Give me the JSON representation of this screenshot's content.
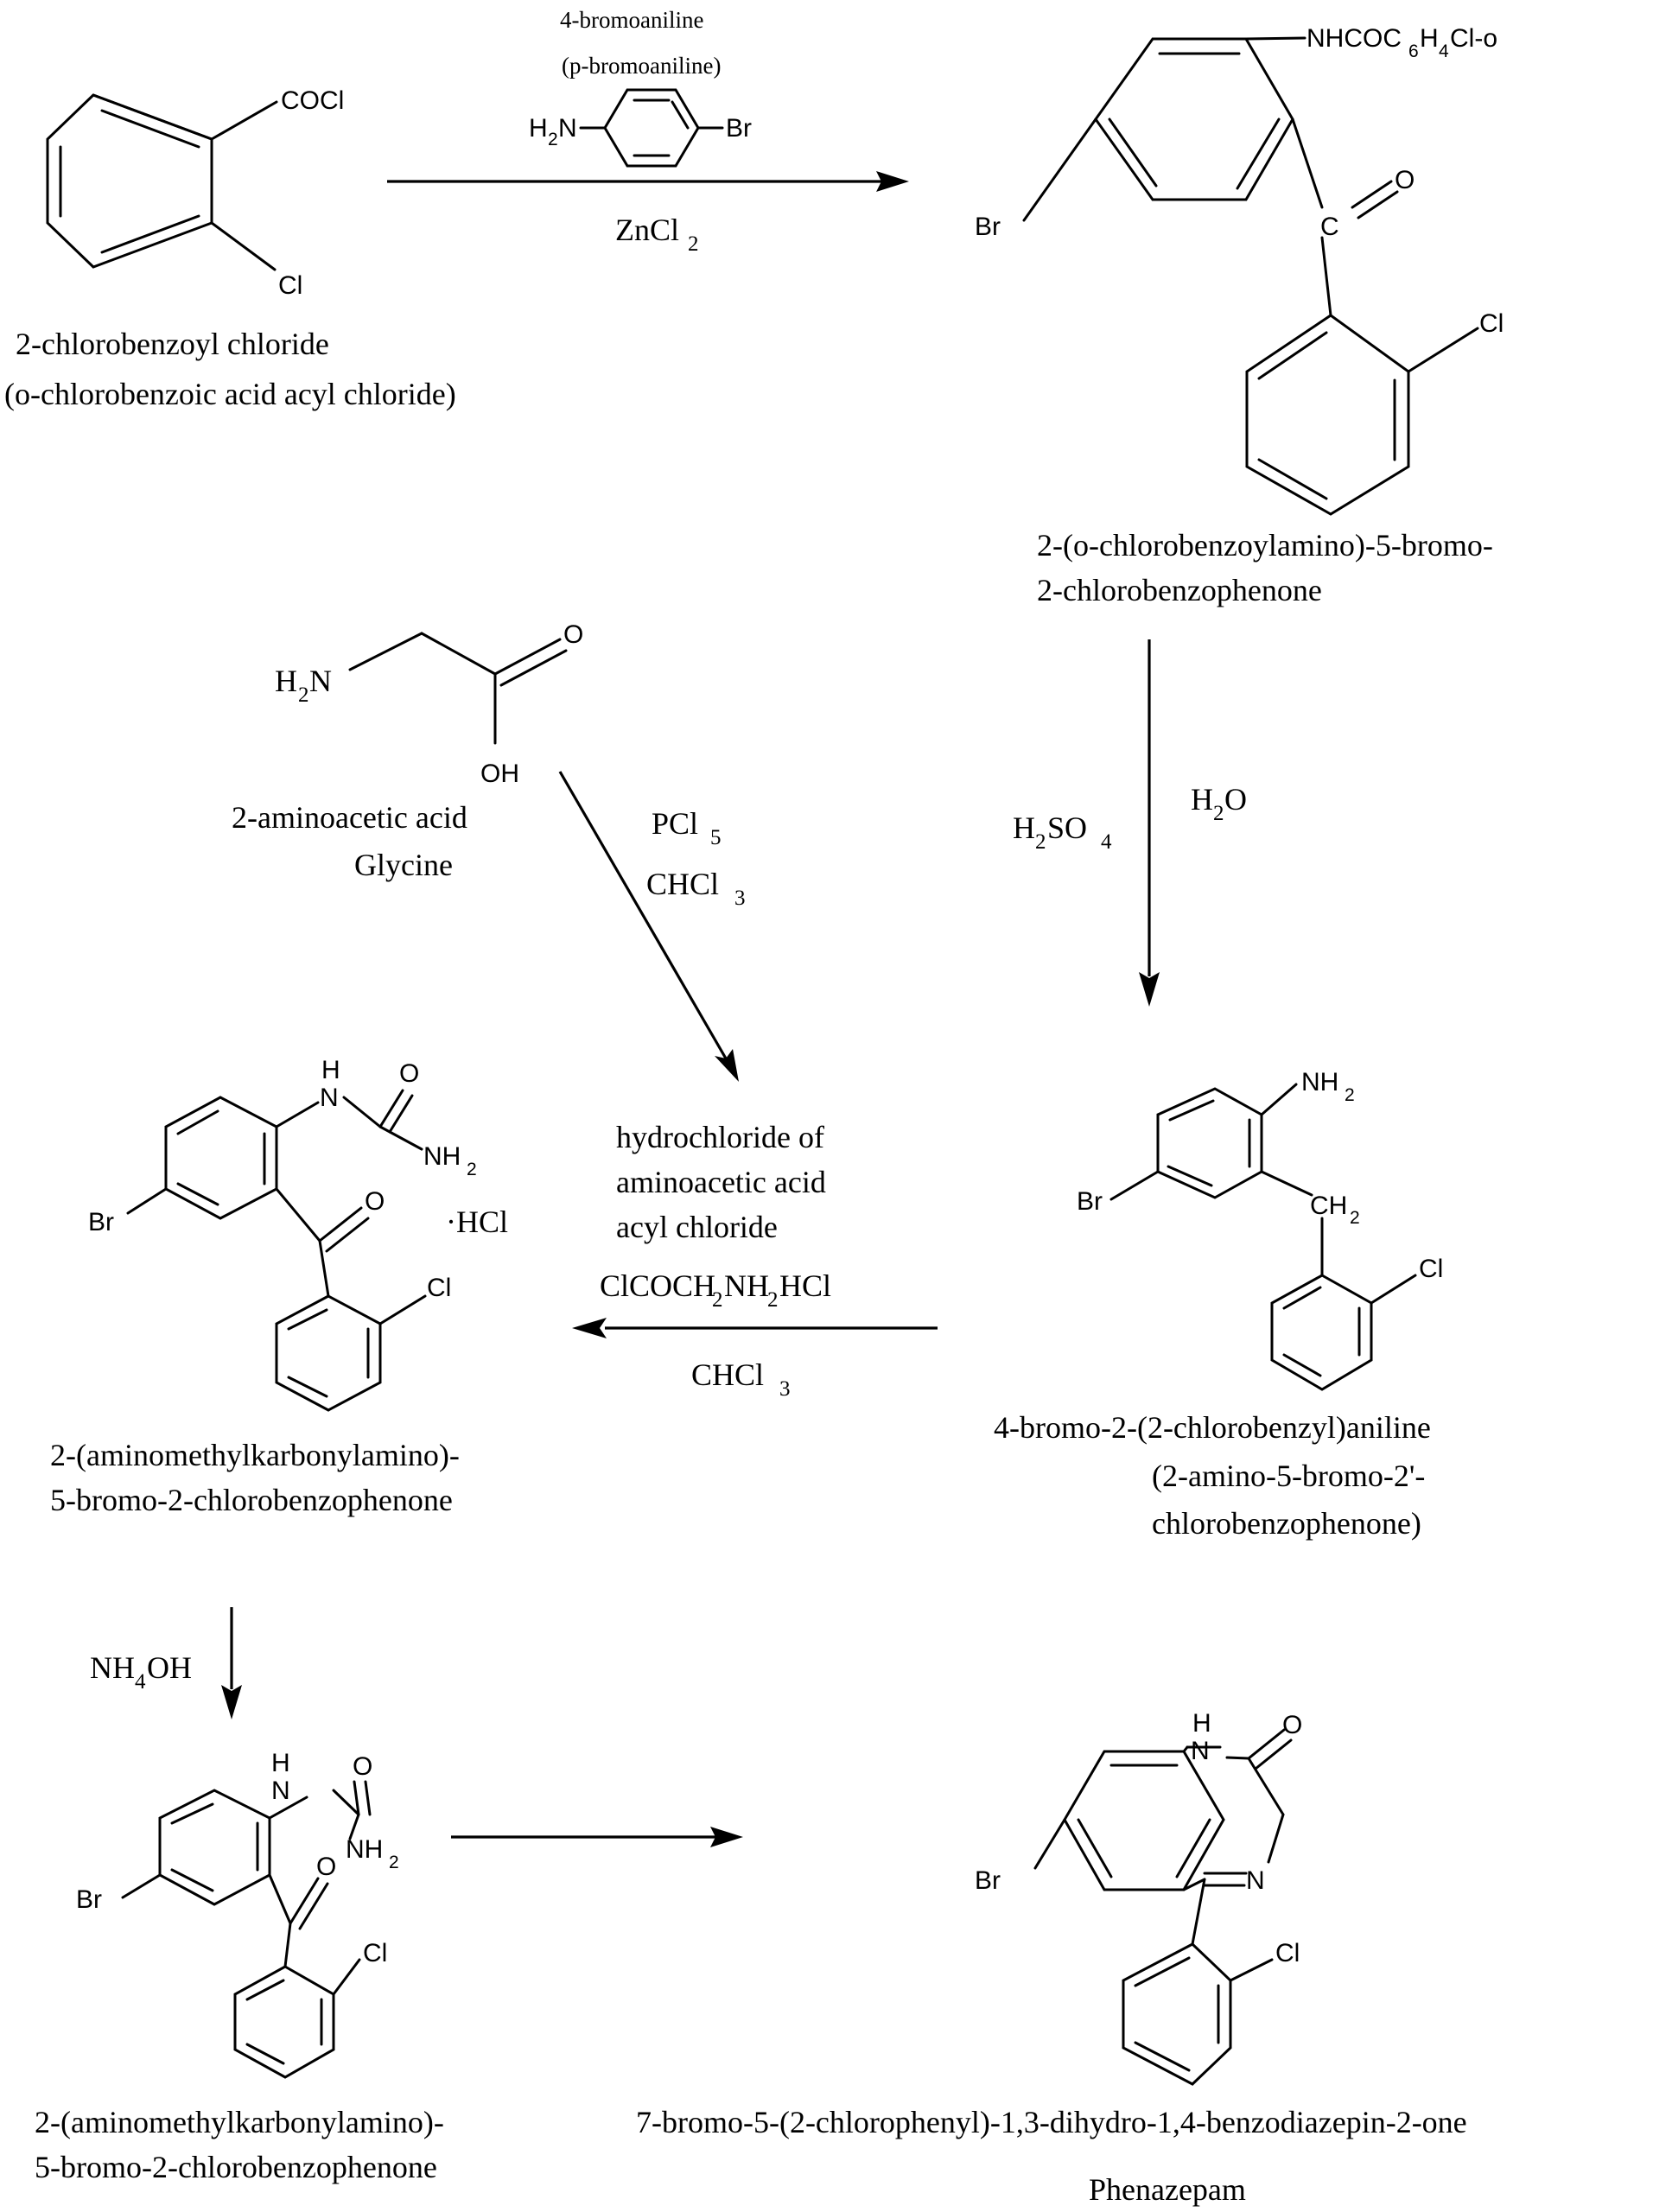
{
  "compounds": {
    "c1": {
      "name": "2-chlorobenzoyl chloride",
      "alt_name": "(o-chlorobenzoic acid acyl chloride)",
      "labels": {
        "cocl": "COCl",
        "cl": "Cl"
      }
    },
    "reagent_bromoaniline": {
      "name": "4-bromoaniline",
      "alt_name": "(p-bromoaniline)",
      "labels": {
        "h": "H",
        "h_sub": "2",
        "n": "N",
        "br": "Br"
      }
    },
    "c2": {
      "name_line1": "2-(o-chlorobenzoylamino)-5-bromo-",
      "name_line2": "2-chlorobenzophenone",
      "labels": {
        "nhcoc": "NHCOC",
        "sub6": "6",
        "h": "H",
        "sub4": "4",
        "clo": "Cl-o",
        "br": "Br",
        "c": "C",
        "o": "O",
        "cl": "Cl"
      }
    },
    "glycine": {
      "name": "2-aminoacetic acid",
      "alt_name": "Glycine",
      "labels": {
        "h": "H",
        "h_sub": "2",
        "n": "N",
        "o": "O",
        "oh": "OH"
      }
    },
    "c3": {
      "name": "4-bromo-2-(2-chlorobenzyl)aniline",
      "alt_line1": "(2-amino-5-bromo-2'-",
      "alt_line2": "chlorobenzophenone)",
      "labels": {
        "nh": "NH",
        "sub2": "2",
        "br": "Br",
        "ch": "CH",
        "cl": "Cl"
      }
    },
    "c4": {
      "name_line1": "2-(aminomethylkarbonylamino)-",
      "name_line2": "5-bromo-2-chlorobenzophenone",
      "salt": "·HCl",
      "labels": {
        "h": "H",
        "n": "N",
        "o": "O",
        "nh": "NH",
        "sub2": "2",
        "br": "Br",
        "cl": "Cl"
      }
    },
    "c5": {
      "name_line1": "2-(aminomethylkarbonylamino)-",
      "name_line2": "5-bromo-2-chlorobenzophenone",
      "labels": {
        "h": "H",
        "n": "N",
        "o": "O",
        "nh": "NH",
        "sub2": "2",
        "br": "Br",
        "cl": "Cl"
      }
    },
    "product": {
      "name": "7-bromo-5-(2-chlorophenyl)-1,3-dihydro-1,4-benzodiazepin-2-one",
      "trivial_name": "Phenazepam",
      "labels": {
        "h": "H",
        "n": "N",
        "o": "O",
        "br": "Br",
        "cl": "Cl"
      }
    }
  },
  "reagents": {
    "step1": {
      "catalyst": "ZnCl",
      "catalyst_sub": "2"
    },
    "step2": {
      "acid": "H",
      "acid_sub1": "2",
      "acid_mid": "SO",
      "acid_sub2": "4",
      "water": "H",
      "water_sub": "2",
      "water_end": "O"
    },
    "step3": {
      "r1": "PCl",
      "r1_sub": "5",
      "r2": "CHCl",
      "r2_sub": "3"
    },
    "step4": {
      "desc_line1": "hydrochloride of",
      "desc_line2": "aminoacetic acid",
      "desc_line3": "acyl chloride",
      "formula_a": "ClCOCH",
      "formula_sub1": "2",
      "formula_b": "NH",
      "formula_sub2": "2",
      "formula_c": "HCl",
      "solvent": "CHCl",
      "solvent_sub": "3"
    },
    "step5": {
      "base": "NH",
      "base_sub": "4",
      "base_end": "OH"
    }
  }
}
